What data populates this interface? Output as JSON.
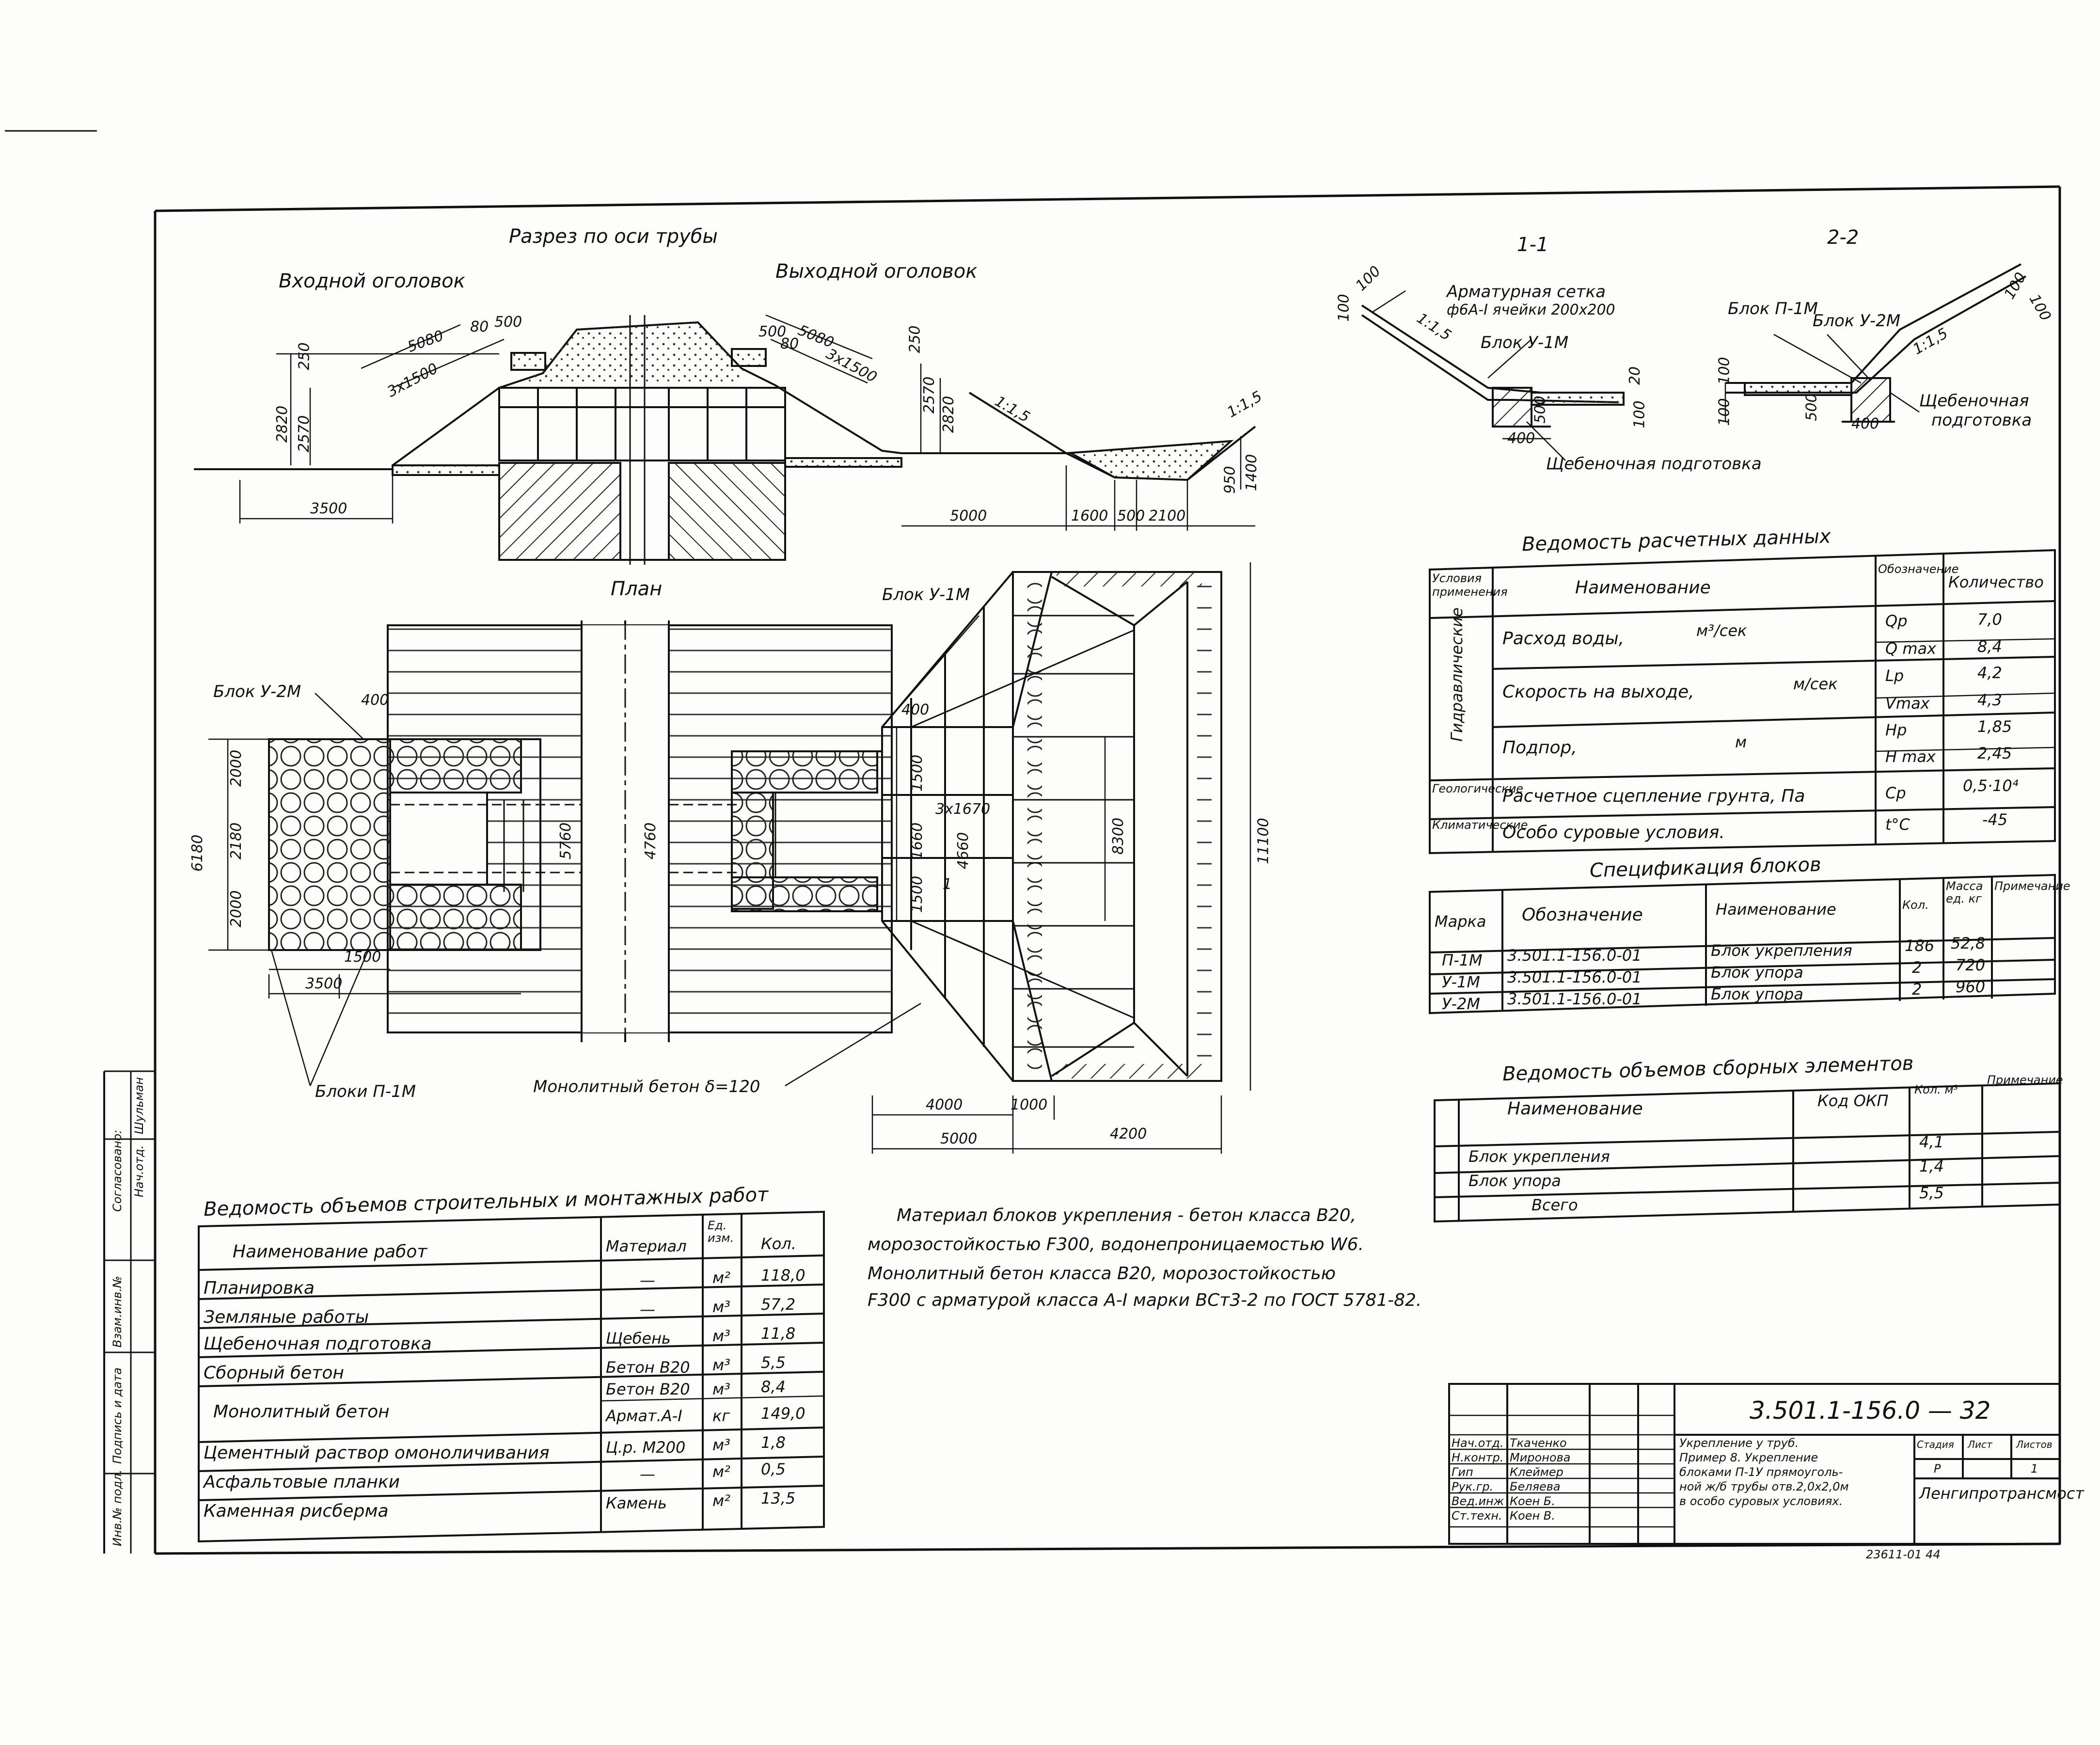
{
  "section": {
    "title": "Разрез по оси трубы",
    "inlet": "Входной оголовок",
    "outlet": "Выходной оголовок",
    "dims": [
      "5080",
      "80",
      "500",
      "250",
      "3x1500",
      "2820",
      "2570",
      "3500",
      "500",
      "80",
      "5080",
      "250",
      "3x1500",
      "2570",
      "2820",
      "1:1,5",
      "1:1,5",
      "5000",
      "1600",
      "500",
      "2100",
      "950",
      "1400"
    ]
  },
  "plan": {
    "title": "План",
    "labels": {
      "block_u2m": "Блок У-2М",
      "block_u1m": "Блок У-1М",
      "blocks_p1m": "Блоки П-1М",
      "monolith": "Монолитный бетон δ=120",
      "section_mark": "1"
    },
    "dims": [
      "400",
      "2000",
      "2180",
      "2000",
      "6180",
      "1500",
      "3500",
      "5760",
      "4760",
      "400",
      "1500",
      "1660",
      "1500",
      "3x1670",
      "4660",
      "8300",
      "11100",
      "4000",
      "1000",
      "5000",
      "4200"
    ]
  },
  "sec11": {
    "title": "1-1",
    "mesh_1": "Арматурная сетка",
    "mesh_2": "ф6А-I ячейки 200x200",
    "block": "Блок У-1М",
    "gravel": "Щебеночная подготовка",
    "dims": [
      "100",
      "100",
      "1:1,5",
      "20",
      "100",
      "400",
      "500"
    ]
  },
  "sec22": {
    "title": "2-2",
    "block_p": "Блок П-1М",
    "block_u": "Блок У-2М",
    "gravel_1": "Щебеночная",
    "gravel_2": "подготовка",
    "dims": [
      "100",
      "100",
      "1:1,5",
      "100",
      "500",
      "400",
      "100"
    ]
  },
  "calc_table": {
    "title": "Ведомость расчетных данных",
    "headers": {
      "cond": "Условия применения",
      "name": "Наименование",
      "sym": "Обозначение",
      "qty": "Количество"
    },
    "groups": {
      "hydro": "Гидравлические",
      "geo": "Геологические",
      "climate": "Климатические"
    },
    "rows": [
      {
        "name": "Расход воды,",
        "unit": "м³/сек",
        "sym": "Qp",
        "val": "7,0"
      },
      {
        "name": "",
        "unit": "",
        "sym": "Q max",
        "val": "8,4"
      },
      {
        "name": "Скорость на выходе,",
        "unit": "м/сек",
        "sym": "Lp",
        "val": "4,2"
      },
      {
        "name": "",
        "unit": "",
        "sym": "Vmax",
        "val": "4,3"
      },
      {
        "name": "Подпор,",
        "unit": "м",
        "sym": "Hp",
        "val": "1,85"
      },
      {
        "name": "",
        "unit": "",
        "sym": "H max",
        "val": "2,45"
      },
      {
        "name": "Расчетное сцепление грунта, Па",
        "unit": "",
        "sym": "Cp",
        "val": "0,5·10⁴"
      },
      {
        "name": "Особо суровые условия.",
        "unit": "",
        "sym": "t°C",
        "val": "-45"
      }
    ]
  },
  "spec_table": {
    "title": "Спецификация блоков",
    "headers": {
      "mark": "Марка",
      "code": "Обозначение",
      "name": "Наименование",
      "qty": "Кол.",
      "mass": "Масса ед. кг",
      "note": "Примечание"
    },
    "rows": [
      {
        "mark": "П-1М",
        "code": "3.501.1-156.0-01",
        "name": "Блок укрепления",
        "qty": "186",
        "mass": "52,8"
      },
      {
        "mark": "У-1М",
        "code": "3.501.1-156.0-01",
        "name": "Блок упора",
        "qty": "2",
        "mass": "720"
      },
      {
        "mark": "У-2М",
        "code": "3.501.1-156.0-01",
        "name": "Блок упора",
        "qty": "2",
        "mass": "960"
      }
    ]
  },
  "prefab_table": {
    "title": "Ведомость объемов сборных элементов",
    "headers": {
      "name": "Наименование",
      "code": "Код ОКП",
      "qty": "Кол. м³",
      "note": "Примечание"
    },
    "rows": [
      {
        "name": "Блок укрепления",
        "qty": "4,1"
      },
      {
        "name": "Блок упора",
        "qty": "1,4"
      },
      {
        "name": "Всего",
        "qty": "5,5"
      }
    ]
  },
  "works_table": {
    "title": "Ведомость объемов строительных и монтажных работ",
    "headers": {
      "name": "Наименование работ",
      "mat": "Материал",
      "unit": "Ед. изм.",
      "qty": "Кол."
    },
    "rows": [
      {
        "name": "Планировка",
        "mat": "—",
        "unit": "м²",
        "qty": "118,0"
      },
      {
        "name": "Земляные работы",
        "mat": "—",
        "unit": "м³",
        "qty": "57,2"
      },
      {
        "name": "Щебеночная подготовка",
        "mat": "Щебень",
        "unit": "м³",
        "qty": "11,8"
      },
      {
        "name": "Сборный бетон",
        "mat": "Бетон В20",
        "unit": "м³",
        "qty": "5,5"
      },
      {
        "name": "Монолитный бетон",
        "mat": "Бетон В20",
        "unit": "м³",
        "qty": "8,4"
      },
      {
        "name": "",
        "mat": "Армат.А-I",
        "unit": "кг",
        "qty": "149,0"
      },
      {
        "name": "Цементный раствор омоноличивания",
        "mat": "Ц.р. М200",
        "unit": "м³",
        "qty": "1,8"
      },
      {
        "name": "Асфальтовые планки",
        "mat": "—",
        "unit": "м²",
        "qty": "0,5"
      },
      {
        "name": "Каменная рисберма",
        "mat": "Камень",
        "unit": "м²",
        "qty": "13,5"
      }
    ]
  },
  "notes": [
    "Материал блоков укрепления - бетон класса В20,",
    "морозостойкостью F300, водонепроницаемостью W6.",
    "Монолитный бетон класса В20, морозостойкостью",
    "F300 с арматурой класса А-I марки ВСт3-2 по ГОСТ 5781-82."
  ],
  "stamp": {
    "code": "3.501.1-156.0 — 32",
    "roles": [
      "Нач.отд.",
      "Н.контр.",
      "Гип",
      "Рук.гр.",
      "Вед.инж",
      "Ст.техн."
    ],
    "names": [
      "Ткаченко",
      "Миронова",
      "Клеймер",
      "Беляева",
      "Коен Б.",
      "Коен В."
    ],
    "title": [
      "Укрепление у труб.",
      "Пример 8. Укрепление",
      "блоками П-1У прямоуголь-",
      "ной ж/б трубы отв.2,0х2,0м",
      "в особо суровых условиях."
    ],
    "stage_h": "Стадия",
    "sheet_h": "Лист",
    "sheets_h": "Листов",
    "stage": "Р",
    "sheet": "",
    "sheets": "1",
    "org": "Ленгипротрансмост",
    "number": "23611-01 44"
  },
  "sidebar": {
    "agreed": "Согласовано:",
    "nach": "Нач.отд.",
    "nach_name": "Шульман",
    "labels": [
      "Инв.№ подл.",
      "Подпись и дата",
      "Взам.инв.№"
    ]
  }
}
